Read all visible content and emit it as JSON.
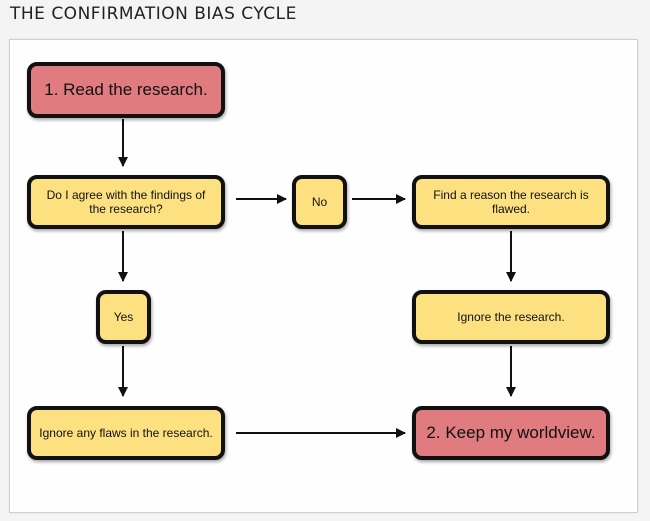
{
  "title": "THE CONFIRMATION BIAS CYCLE",
  "colors": {
    "start_end": "#e07b80",
    "step": "#fde181",
    "border": "#111111"
  },
  "nodes": {
    "read": "1. Read the research.",
    "agree": "Do I agree with the findings of the research?",
    "no": "No",
    "reason": "Find a reason the research is flawed.",
    "yes": "Yes",
    "ignore_research": "Ignore the research.",
    "ignore_flaws": "Ignore any flaws in the research.",
    "keep": "2. Keep my worldview."
  },
  "edges": [
    [
      "read",
      "agree"
    ],
    [
      "agree",
      "no"
    ],
    [
      "no",
      "reason"
    ],
    [
      "agree",
      "yes"
    ],
    [
      "reason",
      "ignore_research"
    ],
    [
      "yes",
      "ignore_flaws"
    ],
    [
      "ignore_research",
      "keep"
    ],
    [
      "ignore_flaws",
      "keep"
    ]
  ]
}
